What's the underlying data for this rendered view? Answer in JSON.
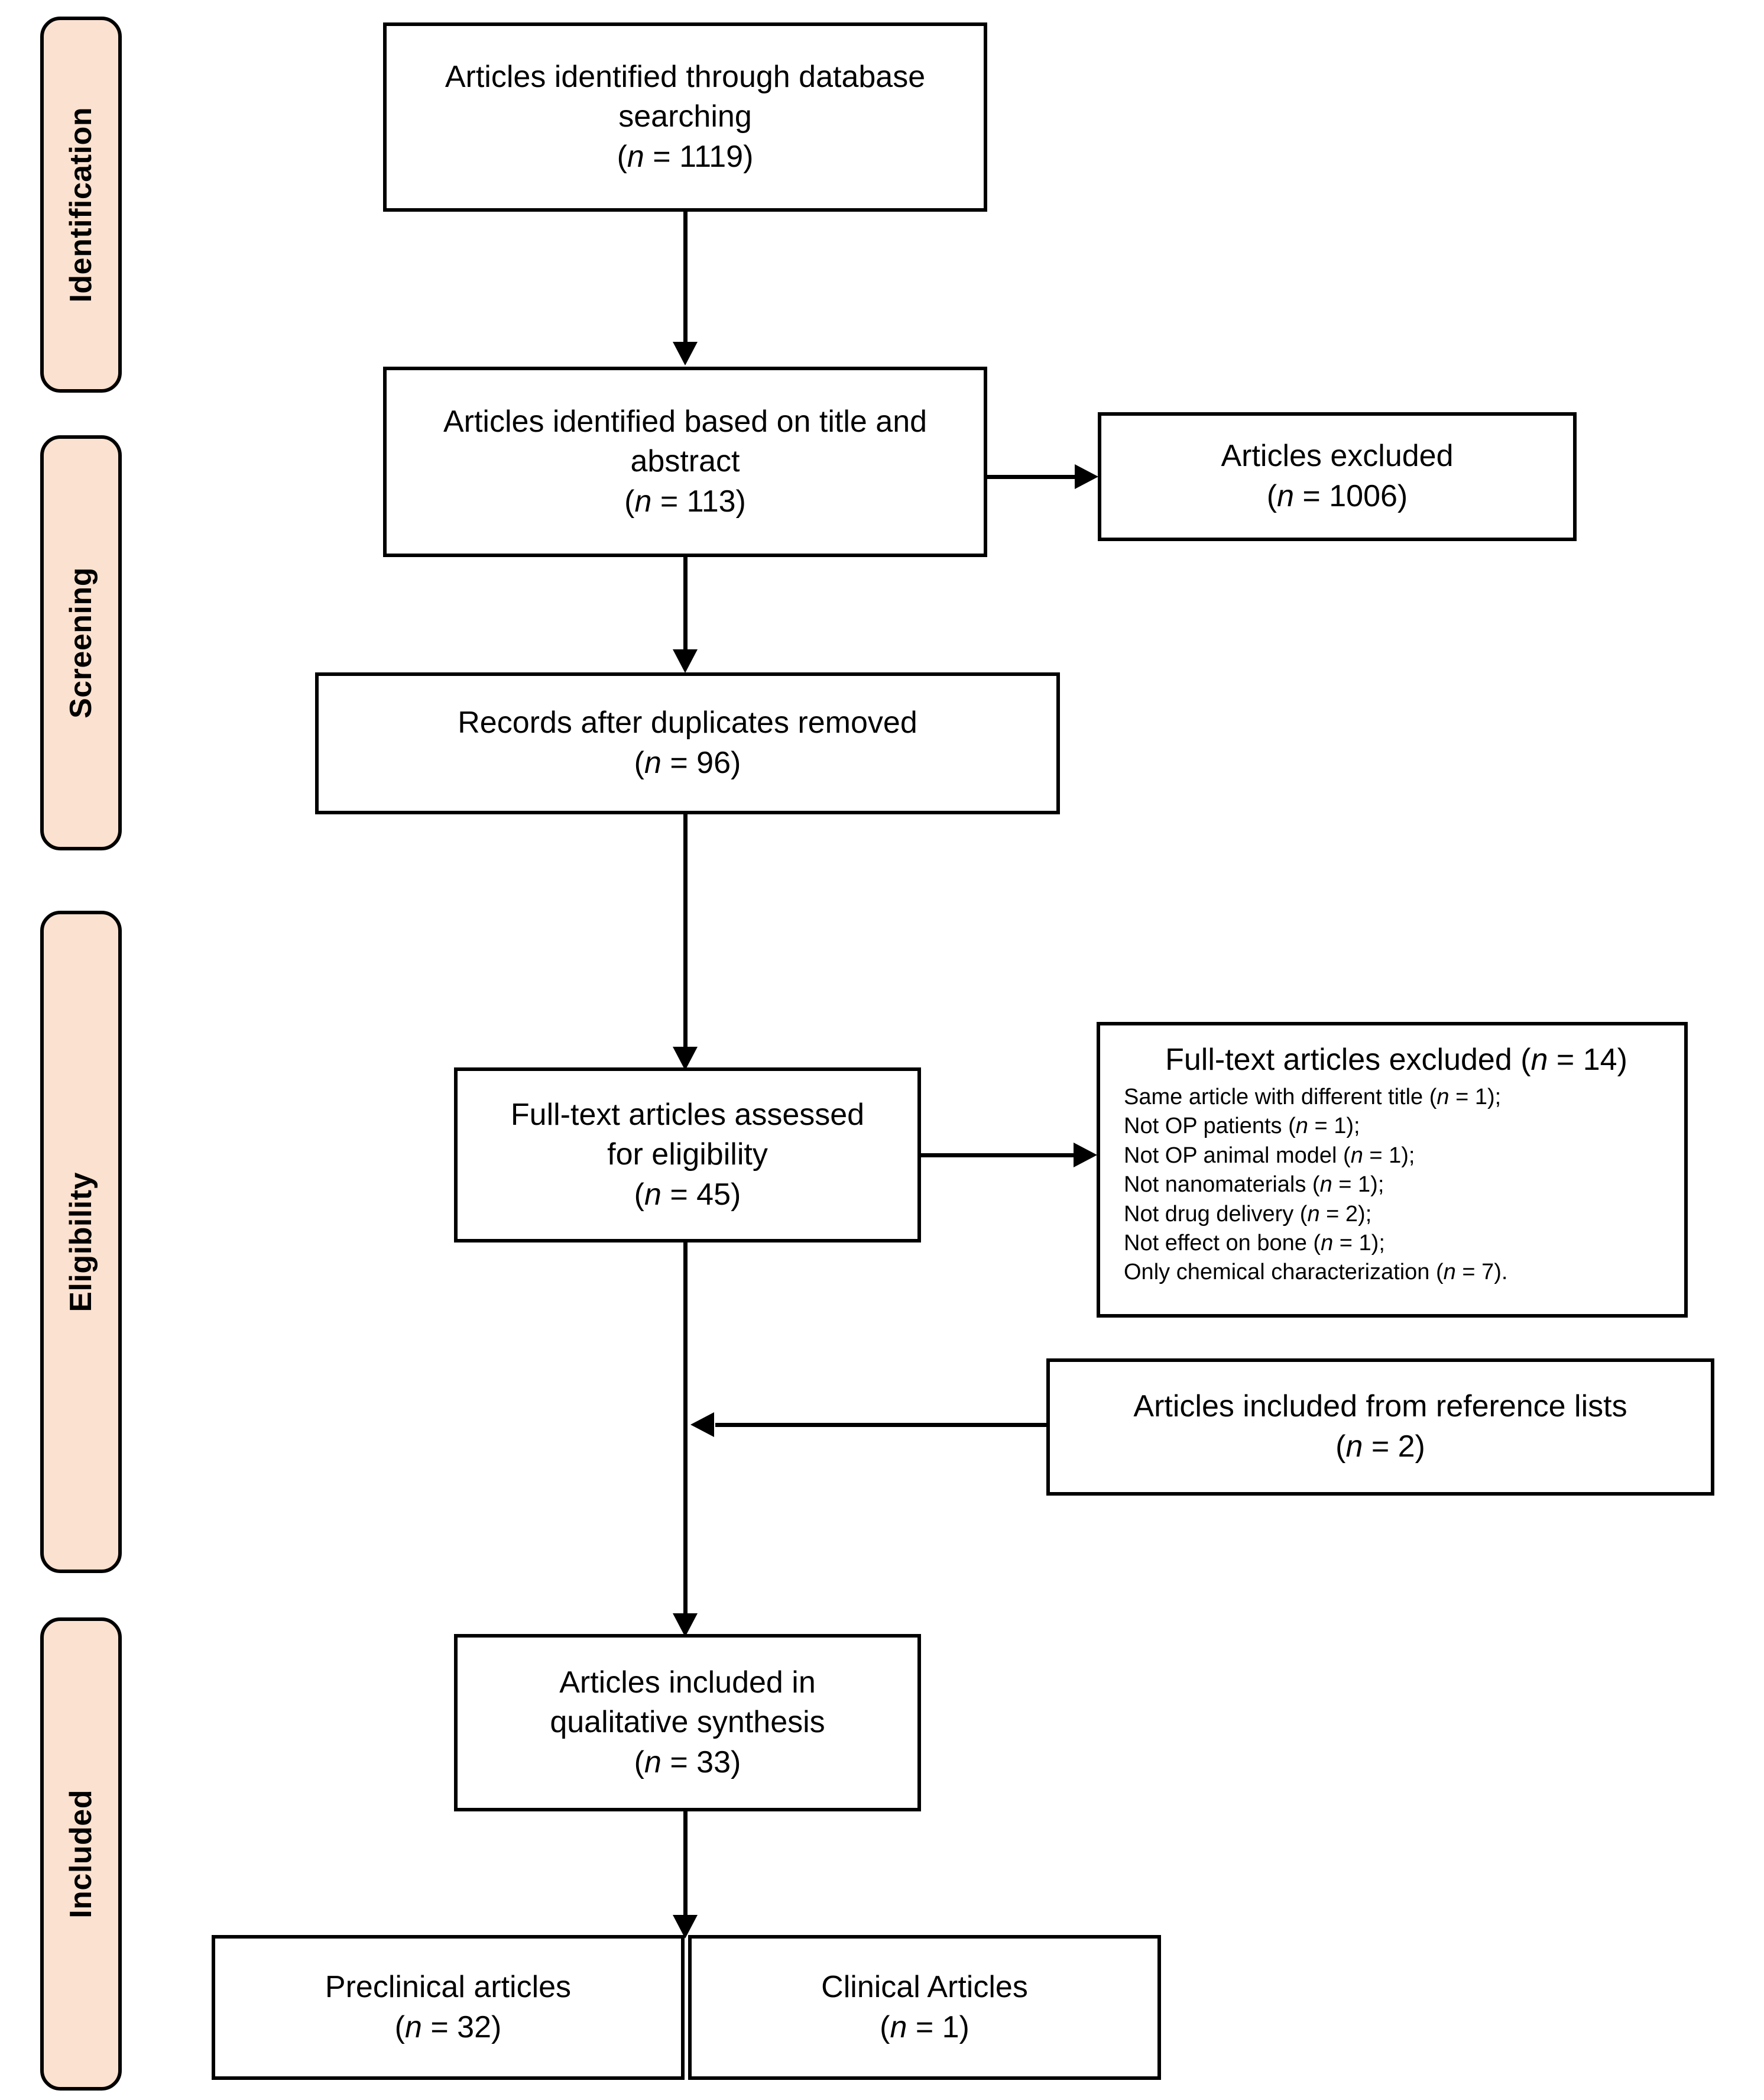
{
  "diagram": {
    "type": "prisma-flow-diagram",
    "colors": {
      "phase_tab_fill": "#FBE1CF",
      "stroke": "#000000",
      "box_fill": "#FFFFFF"
    }
  },
  "phases": [
    {
      "label": "Identification"
    },
    {
      "label": "Screening"
    },
    {
      "label": "Eligibility"
    },
    {
      "label": "Included"
    }
  ],
  "boxes": {
    "identified_database": {
      "line1": "Articles identified through database",
      "line2": "searching",
      "count_label": "(n = 1119)",
      "n": 1119
    },
    "identified_title_abstract": {
      "line1": "Articles identified based on title and",
      "line2": "abstract",
      "count_label": "(n = 113)",
      "n": 113
    },
    "articles_excluded": {
      "line1": "Articles excluded",
      "count_label": "(n = 1006)",
      "n": 1006
    },
    "records_after_duplicates": {
      "line1": "Records after duplicates removed",
      "count_label": "(n = 96)",
      "n": 96
    },
    "fulltext_assessed": {
      "line1": "Full-text articles assessed",
      "line2": "for eligibility",
      "count_label": "(n = 45)",
      "n": 45
    },
    "fulltext_excluded": {
      "title": "Full-text articles excluded (n = 14)",
      "n": 14,
      "reasons": [
        {
          "text": "Same article with different title (n = 1);",
          "n": 1
        },
        {
          "text": "Not OP patients (n = 1);",
          "n": 1
        },
        {
          "text": "Not OP animal model (n = 1);",
          "n": 1
        },
        {
          "text": "Not nanomaterials (n = 1);",
          "n": 1
        },
        {
          "text": "Not drug delivery (n = 2);",
          "n": 2
        },
        {
          "text": "Not effect on bone (n = 1);",
          "n": 1
        },
        {
          "text": "Only chemical characterization (n = 7).",
          "n": 7
        }
      ]
    },
    "from_reference_lists": {
      "line1": "Articles included from reference lists",
      "count_label": "(n = 2)",
      "n": 2
    },
    "qualitative_synthesis": {
      "line1": "Articles included in",
      "line2": "qualitative synthesis",
      "count_label": "(n = 33)",
      "n": 33
    },
    "preclinical": {
      "line1": "Preclinical articles",
      "count_label": "(n = 32)",
      "n": 32
    },
    "clinical": {
      "line1": "Clinical Articles",
      "count_label": "(n = 1)",
      "n": 1
    }
  }
}
